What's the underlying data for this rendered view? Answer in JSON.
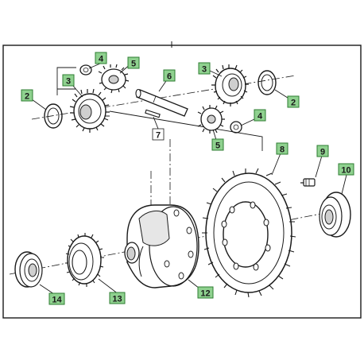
{
  "colors": {
    "label_fill": "#8fd18f",
    "label_border": "#2e7d32",
    "line": "#1a1a1a",
    "frame": "#1a1a1a",
    "background": "#ffffff"
  },
  "callouts": [
    {
      "id": "c4a",
      "text": "4"
    },
    {
      "id": "c5a",
      "text": "5"
    },
    {
      "id": "c3a",
      "text": "3"
    },
    {
      "id": "c2a",
      "text": "2"
    },
    {
      "id": "c6",
      "text": "6"
    },
    {
      "id": "c3b",
      "text": "3"
    },
    {
      "id": "c2b",
      "text": "2"
    },
    {
      "id": "c4b",
      "text": "4"
    },
    {
      "id": "c5b",
      "text": "5"
    },
    {
      "id": "c7",
      "text": "7"
    },
    {
      "id": "c8",
      "text": "8"
    },
    {
      "id": "c9",
      "text": "9"
    },
    {
      "id": "c10",
      "text": "10"
    },
    {
      "id": "c12",
      "text": "12"
    },
    {
      "id": "c13",
      "text": "13"
    },
    {
      "id": "c14",
      "text": "14"
    }
  ]
}
